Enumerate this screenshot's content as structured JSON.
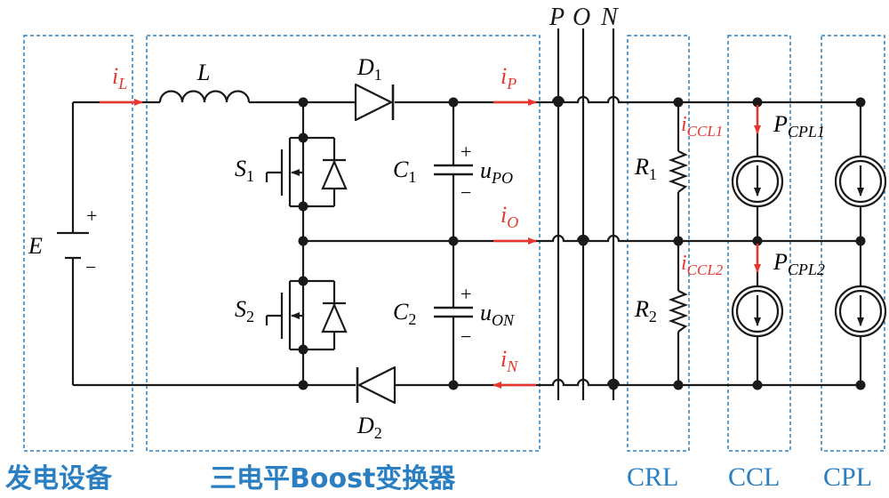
{
  "blocks": {
    "source": "发电设备",
    "converter": "三电平Boost变换器",
    "crl": "CRL",
    "ccl": "CCL",
    "cpl": "CPL"
  },
  "bus_letters": {
    "p": "P",
    "o": "O",
    "n": "N"
  },
  "components": {
    "source": "E",
    "inductor": "L",
    "diode1": {
      "main": "D",
      "sub": "1"
    },
    "diode2": {
      "main": "D",
      "sub": "2"
    },
    "switch1": {
      "main": "S",
      "sub": "1"
    },
    "switch2": {
      "main": "S",
      "sub": "2"
    },
    "cap1": {
      "main": "C",
      "sub": "1"
    },
    "cap2": {
      "main": "C",
      "sub": "2"
    },
    "res1": {
      "main": "R",
      "sub": "1"
    },
    "res2": {
      "main": "R",
      "sub": "2"
    },
    "u_po": {
      "main": "u",
      "sub": "PO"
    },
    "u_on": {
      "main": "u",
      "sub": "ON"
    },
    "p_cpl1": {
      "main": "P",
      "sub": "CPL1"
    },
    "p_cpl2": {
      "main": "P",
      "sub": "CPL2"
    }
  },
  "currents": {
    "i_l": {
      "main": "i",
      "sub": "L"
    },
    "i_p": {
      "main": "i",
      "sub": "P"
    },
    "i_o": {
      "main": "i",
      "sub": "O"
    },
    "i_n": {
      "main": "i",
      "sub": "N"
    },
    "i_ccl1": {
      "main": "i",
      "sub": "CCL1"
    },
    "i_ccl2": {
      "main": "i",
      "sub": "CCL2"
    }
  },
  "signs": {
    "plus": "+",
    "minus": "−"
  },
  "colors": {
    "wire": "#1a1a1a",
    "current": "#e8362f",
    "frame": "#2a7fc2"
  }
}
